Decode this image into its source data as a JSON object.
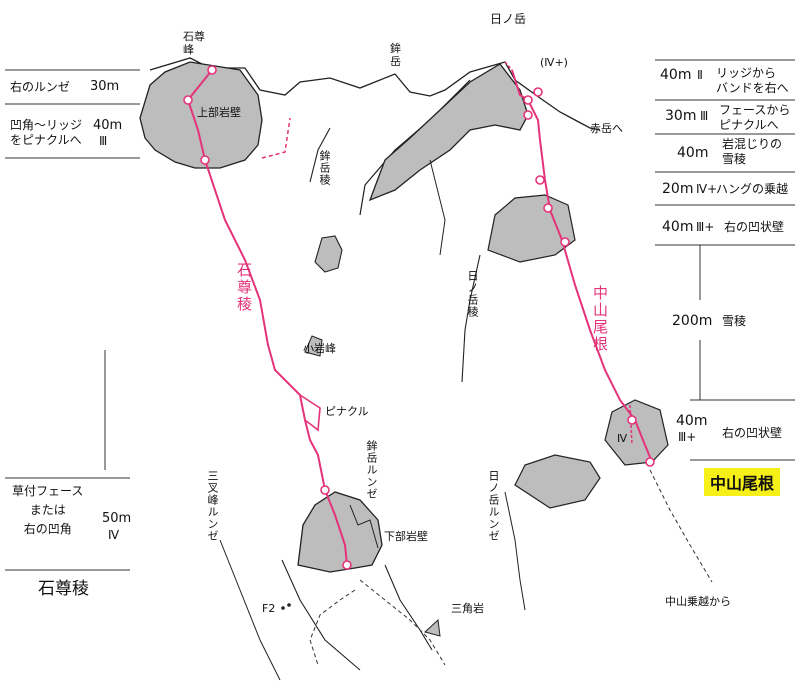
{
  "colors": {
    "route": "#e4337a",
    "rock_fill": "#bdbdbd",
    "outline": "#222222",
    "highlight": "#f7f018"
  },
  "peaks": {
    "sekison_peak": "石尊\n峰",
    "yarigatake": "鉾\n岳",
    "hinodake": "日ノ岳"
  },
  "labels": {
    "upper_wall": "上部岩壁",
    "lower_wall": "下部岩壁",
    "small_peak": "小岩峰",
    "pinnacle": "ピナクル",
    "to_akadake": "赤岳へ",
    "grade_top": "(Ⅳ+)",
    "sankakuiwa": "三角岩",
    "f2": "F2",
    "from_nakayama_norikoshi": "中山乗越から",
    "grade_lower_iv": "Ⅳ"
  },
  "vertical_labels": {
    "yarigatake_ridge": "鉾岳稜",
    "hinodake_ridge": "日ノ岳稜",
    "yarigatake_runze": "鉾岳ルンゼ",
    "hinodake_runze": "日ノ岳ルンゼ",
    "mitsumata_runze": "三叉峰ルンゼ",
    "sekison_ridge_route": "石尊稜",
    "nakayama_ridge_route": "中山尾根"
  },
  "left_table": {
    "rows": [
      {
        "text": "右のルンゼ",
        "length": "30m",
        "grade": ""
      },
      {
        "text": "凹角〜リッジ\nをピナクルへ",
        "length": "40m",
        "grade": "Ⅲ"
      },
      {
        "text": "草付フェース\nまたは\n右の凹角",
        "length": "50m",
        "grade": "Ⅳ"
      }
    ],
    "title": "石尊稜"
  },
  "right_table": {
    "rows": [
      {
        "length": "40m",
        "grade": "Ⅱ",
        "text": "リッジから\nバンドを右へ"
      },
      {
        "length": "30m",
        "grade": "Ⅲ",
        "text": "フェースから\nピナクルへ"
      },
      {
        "length": "40m",
        "grade": "",
        "text": "岩混じりの\n雪稜"
      },
      {
        "length": "20m",
        "grade": "Ⅳ+",
        "text": "ハングの乗越"
      },
      {
        "length": "40m",
        "grade": "Ⅲ+",
        "text": "右の凹状壁"
      },
      {
        "length": "200m",
        "grade": "",
        "text": "雪稜"
      },
      {
        "length": "40m",
        "grade": "Ⅲ+",
        "text": "右の凹状壁"
      }
    ],
    "title": "中山尾根"
  }
}
